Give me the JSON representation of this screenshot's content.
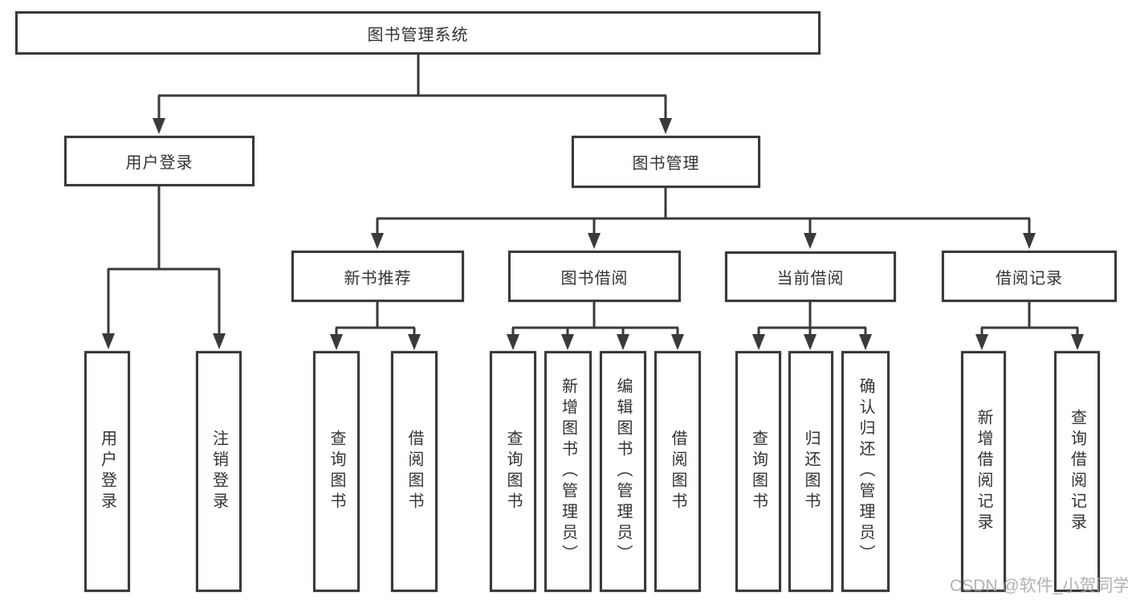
{
  "root": {
    "label": "图书管理系统"
  },
  "level2": {
    "user_login": {
      "label": "用户登录"
    },
    "book_management": {
      "label": "图书管理"
    }
  },
  "level3": {
    "new_book_recommend": {
      "label": "新书推荐"
    },
    "book_borrowing": {
      "label": "图书借阅"
    },
    "current_borrowing": {
      "label": "当前借阅"
    },
    "borrowing_records": {
      "label": "借阅记录"
    }
  },
  "leaves": {
    "user_login": [
      "用户登录",
      "注销登录"
    ],
    "new_book_recommend": [
      "查询图书",
      "借阅图书"
    ],
    "book_borrowing": [
      "查询图书",
      "新增图书（管理员）",
      "编辑图书（管理员）",
      "借阅图书"
    ],
    "current_borrowing": [
      "查询图书",
      "归还图书",
      "确认归还（管理员）"
    ],
    "borrowing_records": [
      "新增借阅记录",
      "查询借阅记录"
    ]
  },
  "watermark": "CSDN @软件_小贺同学",
  "colors": {
    "line": "#3a3a3a",
    "text": "#333333",
    "watermark": "#a5a5a5",
    "background": "#ffffff"
  }
}
